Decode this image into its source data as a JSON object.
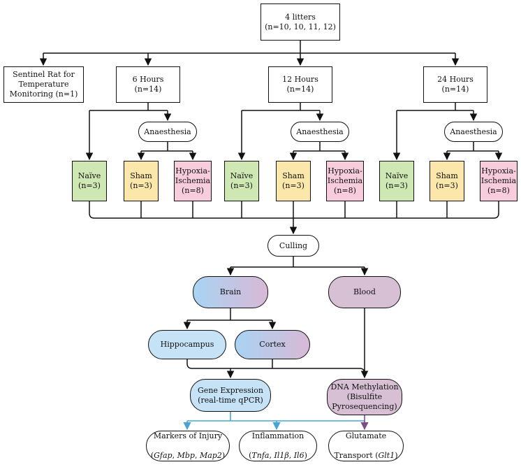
{
  "litters": {
    "title": "4 litters",
    "detail": "(n=10, 10, 11, 12)"
  },
  "sentinel": {
    "label": "Sentinel Rat for\nTemperature\nMonitoring (n=1)"
  },
  "timepoints": [
    {
      "title": "6 Hours",
      "n": "(n=14)"
    },
    {
      "title": "12 Hours",
      "n": "(n=14)"
    },
    {
      "title": "24 Hours",
      "n": "(n=14)"
    }
  ],
  "anaesthesia": "Anaesthesia",
  "groups": {
    "naive": {
      "name": "Naïve",
      "n": "(n=3)"
    },
    "sham": {
      "name": "Sham",
      "n": "(n=3)"
    },
    "hi": {
      "name": "Hypoxia-\nIschemia",
      "n": "(n=8)"
    }
  },
  "culling": "Culling",
  "brain": "Brain",
  "blood": "Blood",
  "hippocampus": "Hippocampus",
  "cortex": "Cortex",
  "gene_expression": "Gene Expression\n(real-time qPCR)",
  "dna_methylation": "DNA Methylation\n(Bisulfite\nPyrosequencing)",
  "outputs": {
    "injury": {
      "title": "Markers of Injury",
      "genes": [
        "Gfap",
        "Mbp",
        "Map2"
      ]
    },
    "inflammation": {
      "title": "Inflammation",
      "genes": [
        "Tnfa",
        "Il1β",
        "Il6"
      ]
    },
    "glutamate": {
      "title": "Glutamate",
      "subtitle": "Transport",
      "genes": [
        "Glt1"
      ]
    }
  },
  "colors": {
    "line": "#111111",
    "blue_arrow": "#4aa3d6",
    "purple_arrow": "#7b4f8a",
    "naive": "#cfe7b3",
    "sham": "#fbe7a9",
    "hypoxia": "#f7ccdc"
  }
}
